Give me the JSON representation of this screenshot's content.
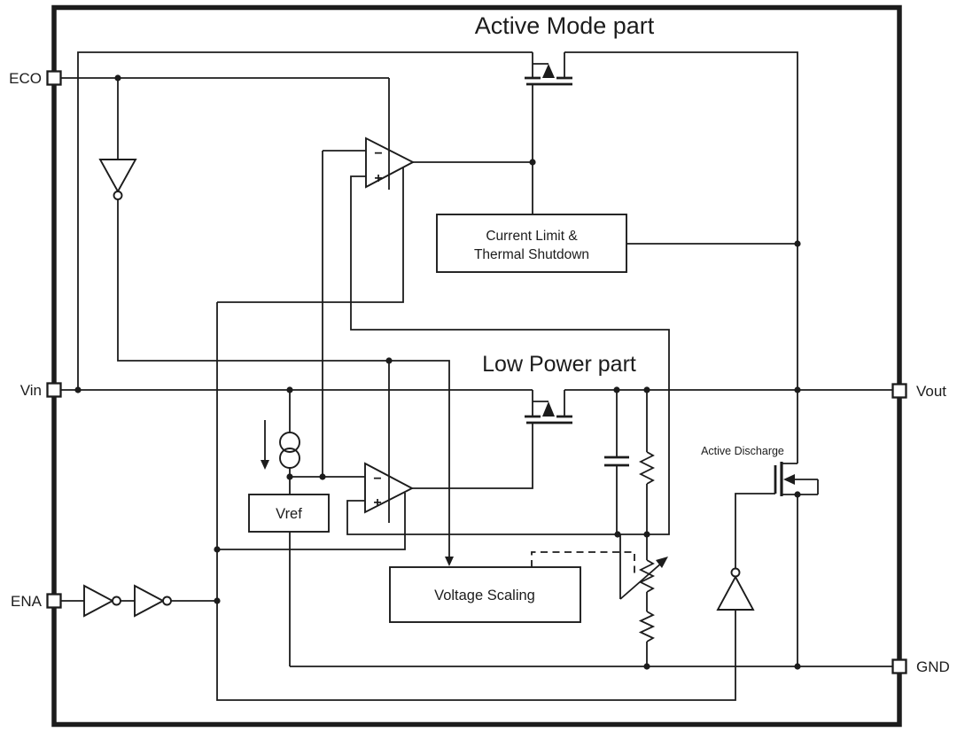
{
  "titles": {
    "active": "Active Mode part",
    "low_power": "Low Power part"
  },
  "pins": {
    "eco": "ECO",
    "vin": "Vin",
    "ena": "ENA",
    "vout": "Vout",
    "gnd": "GND"
  },
  "boxes": {
    "current_limit_1": "Current Limit &",
    "current_limit_2": "Thermal Shutdown",
    "vref": "Vref",
    "voltage_scaling": "Voltage Scaling"
  },
  "labels": {
    "active_discharge": "Active Discharge"
  },
  "opamp": {
    "plus": "+",
    "minus": "−"
  },
  "colors": {
    "line": "#1c1c1c",
    "background": "#ffffff"
  }
}
